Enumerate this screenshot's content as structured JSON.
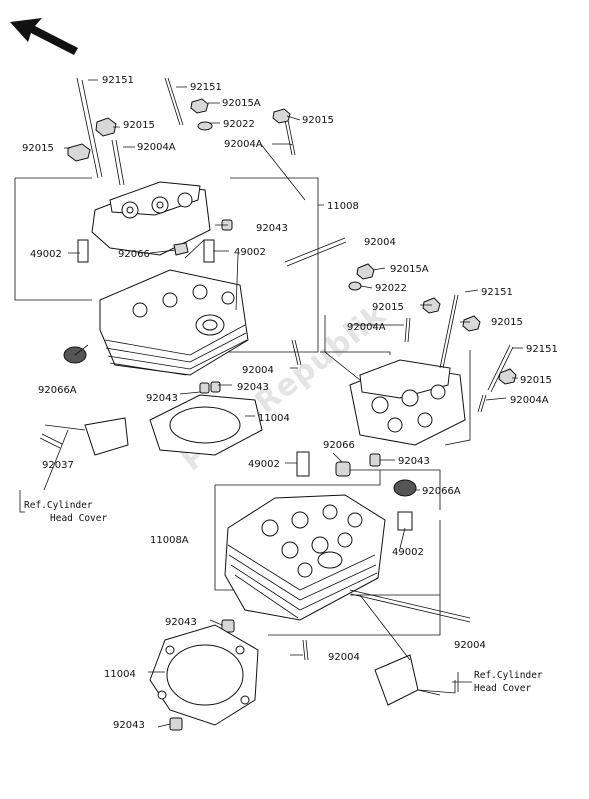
{
  "watermark": "PartsRepublik",
  "labels": {
    "a_92151": "92151",
    "b_92151": "92151",
    "a_92015A": "92015A",
    "a_92015": "92015",
    "a_92022": "92022",
    "b_92015": "92015",
    "c_92015": "92015",
    "a_92004A": "92004A",
    "b_92004A": "92004A",
    "a_11008": "11008",
    "a_92043": "92043",
    "a_92004": "92004",
    "a_49002": "49002",
    "a_92066": "92066",
    "b_49002": "49002",
    "b_92015A": "92015A",
    "b_92022": "92022",
    "c_92151": "92151",
    "d_92015": "92015",
    "e_92015": "92015",
    "c_92004A": "92004A",
    "d_92151": "92151",
    "f_92015": "92015",
    "d_92004A": "92004A",
    "a_92066A": "92066A",
    "b_92004": "92004",
    "b_92043": "92043",
    "c_92043": "92043",
    "a_11004": "11004",
    "b_92066": "92066",
    "c_49002": "49002",
    "d_92043": "92043",
    "a_92037": "92037",
    "b_92066A": "92066A",
    "a_11008A": "11008A",
    "d_49002": "49002",
    "e_92043": "92043",
    "c_92004": "92004",
    "d_92004": "92004",
    "b_11004": "11004",
    "f_92043": "92043"
  },
  "refs": {
    "left_line1": "Ref.Cylinder",
    "left_line2": "Head Cover",
    "right_line1": "Ref.Cylinder",
    "right_line2": "Head Cover"
  }
}
